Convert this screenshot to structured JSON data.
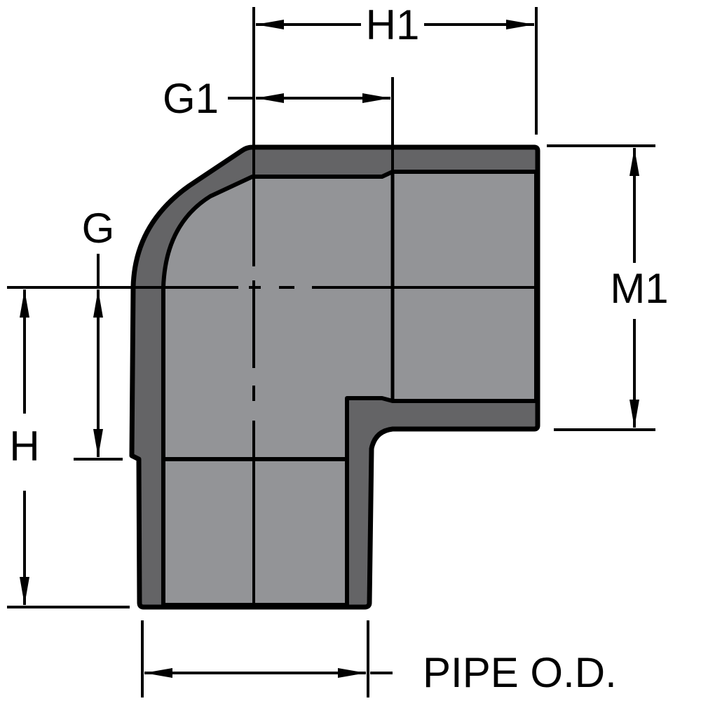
{
  "diagram": {
    "labels": {
      "h1": "H1",
      "g1": "G1",
      "g": "G",
      "m1": "M1",
      "h": "H",
      "pipe_od": "PIPE O.D."
    },
    "colors": {
      "wall": "#646466",
      "interior": "#939497",
      "outline": "#000000",
      "background": "#ffffff"
    }
  }
}
